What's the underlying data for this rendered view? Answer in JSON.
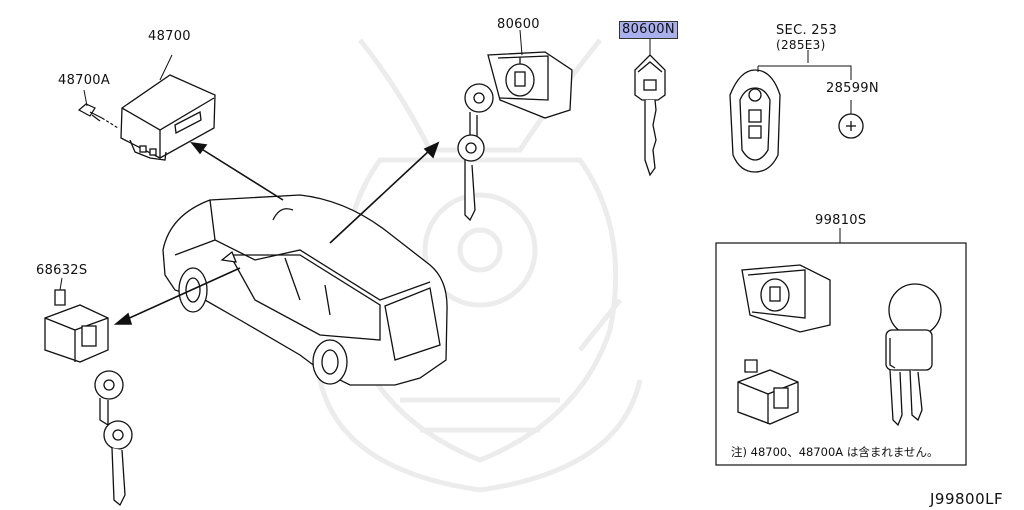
{
  "labels": {
    "p48700": "48700",
    "p48700A": "48700A",
    "p80600": "80600",
    "p80600N": "80600N",
    "sec": "SEC. 253",
    "sec_sub": "(285E3)",
    "p28599N": "28599N",
    "p68632S": "68632S",
    "p99810S": "99810S"
  },
  "note": "注) 48700、48700A は含まれません。",
  "diagram_code": "J99800LF",
  "colors": {
    "highlight": "#aab0ee",
    "line": "#111111",
    "watermark": "#ececec"
  }
}
